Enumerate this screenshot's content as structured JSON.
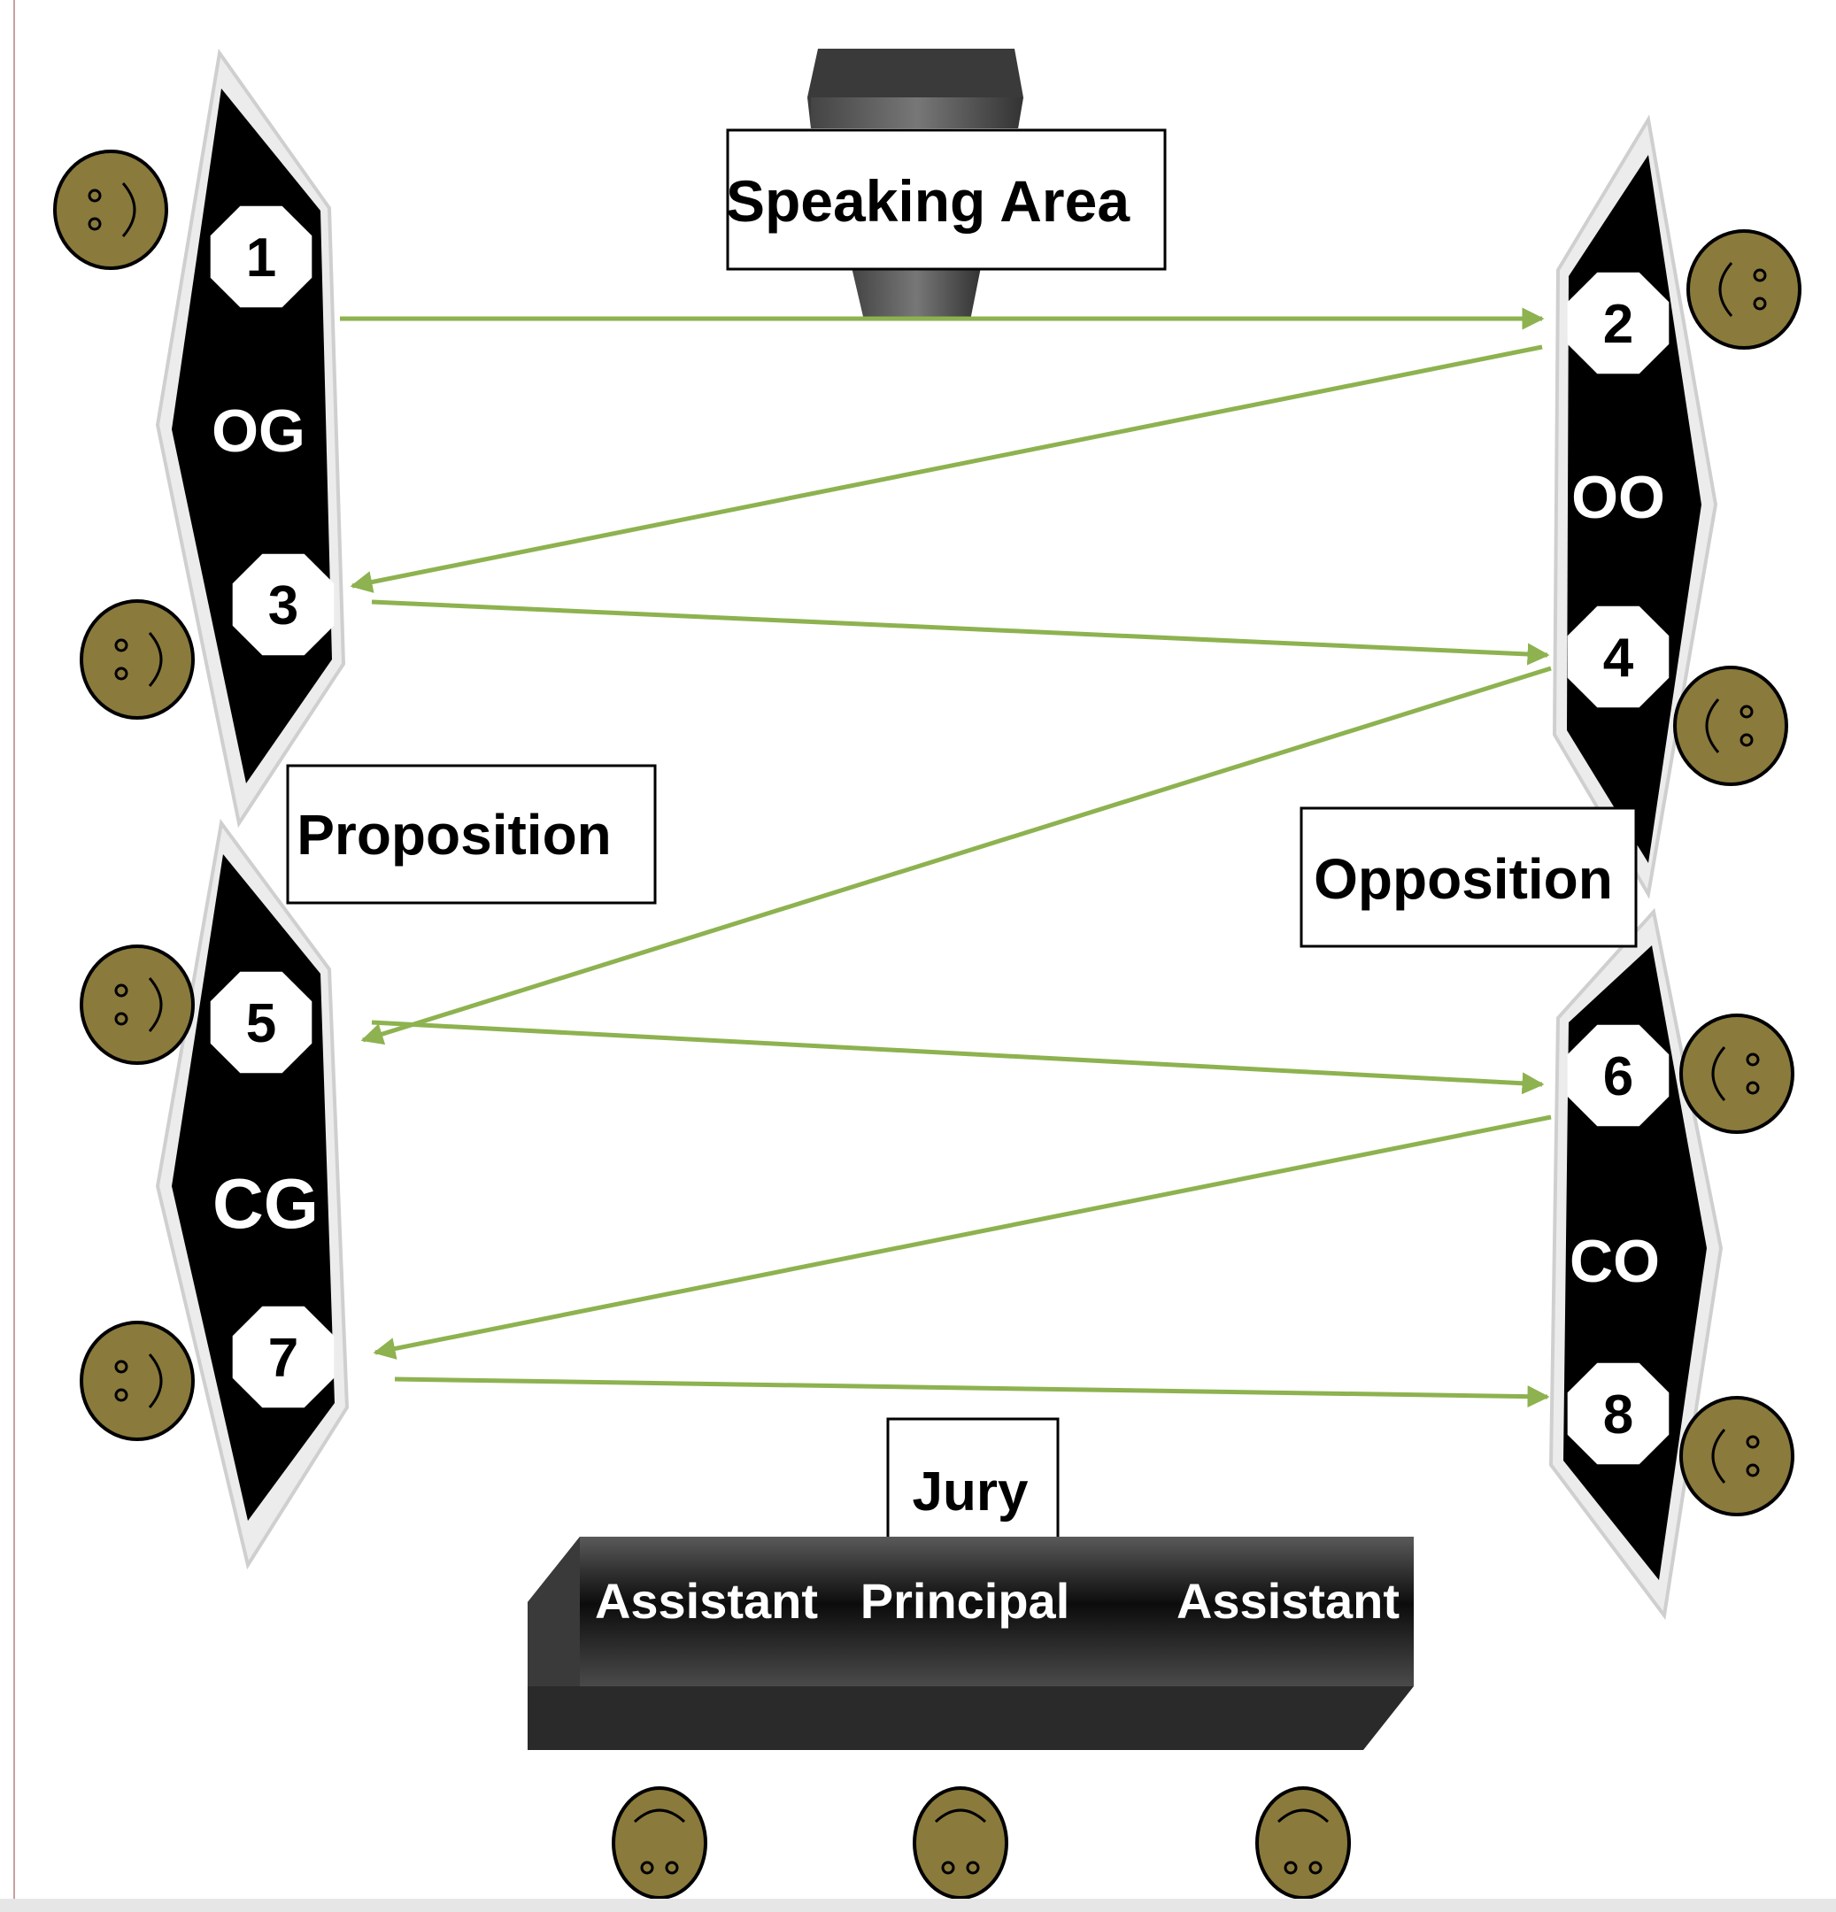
{
  "labels": {
    "speaking_area": "Speaking Area",
    "proposition": "Proposition",
    "opposition": "Opposition",
    "jury": "Jury"
  },
  "teams": {
    "og": "OG",
    "oo": "OO",
    "cg": "CG",
    "co": "CO"
  },
  "speakers": [
    "1",
    "2",
    "3",
    "4",
    "5",
    "6",
    "7",
    "8"
  ],
  "jury_members": [
    "Assistant",
    "Principal",
    "Assistant"
  ],
  "speaking_order": [
    [
      1,
      2
    ],
    [
      2,
      3
    ],
    [
      3,
      4
    ],
    [
      4,
      5
    ],
    [
      5,
      6
    ],
    [
      6,
      7
    ],
    [
      7,
      8
    ]
  ],
  "colors": {
    "arrow": "#8db24f",
    "team_fill": "#000000",
    "face": "#8a7a3c",
    "podium": "#333333"
  },
  "icons": [
    "smiley-face-icon",
    "octagon-badge",
    "podium-icon",
    "jury-desk"
  ]
}
